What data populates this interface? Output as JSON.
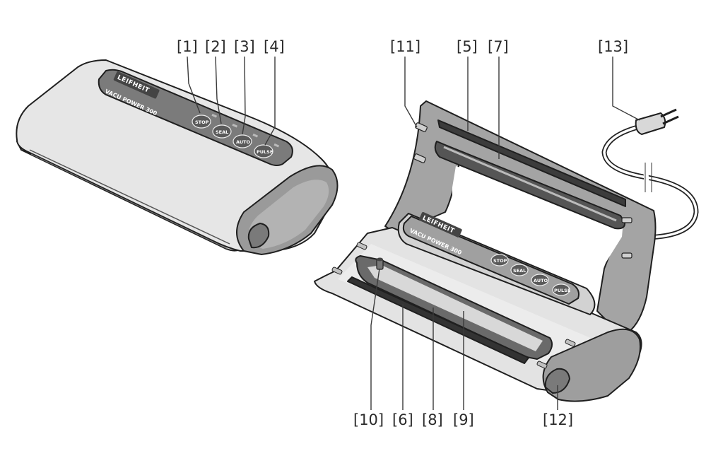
{
  "device": {
    "logo": "LEIFHEIT",
    "model": "VACU POWER 300",
    "buttons": [
      "STOP",
      "SEAL",
      "AUTO",
      "PULSE"
    ]
  },
  "callouts": {
    "c1": "[1]",
    "c2": "[2]",
    "c3": "[3]",
    "c4": "[4]",
    "c5": "[5]",
    "c6": "[6]",
    "c7": "[7]",
    "c8": "[8]",
    "c9": "[9]",
    "c10": "[10]",
    "c11": "[11]",
    "c12": "[12]",
    "c13": "[13]"
  },
  "colors": {
    "body_light": "#e6e6e6",
    "body_mid": "#c9c9c9",
    "body_dark": "#8f8f8f",
    "panel_dark": "#6b6b6b",
    "seal_bar": "#3c3c3c",
    "outline": "#1f1f1f"
  }
}
